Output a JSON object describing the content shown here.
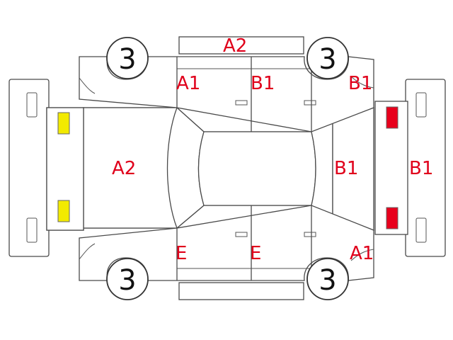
{
  "diagram": {
    "wheels": {
      "front_left": "3",
      "front_right": "3",
      "rear_left": "3",
      "rear_right": "3"
    },
    "damage_codes": {
      "roof_top": "A2",
      "front_door_upper": "A1",
      "rear_door_upper": "B1",
      "rear_quarter_upper": "B1",
      "hood": "A2",
      "rear_hatch": "B1",
      "rear_bumper": "B1",
      "front_door_lower": "E",
      "rear_door_lower": "E",
      "rear_quarter_lower": "A1"
    },
    "colors": {
      "code_text": "#e0001b",
      "front_lamp": "#f2ea00",
      "rear_lamp": "#e8001c",
      "outline": "#4a4a4a"
    }
  }
}
